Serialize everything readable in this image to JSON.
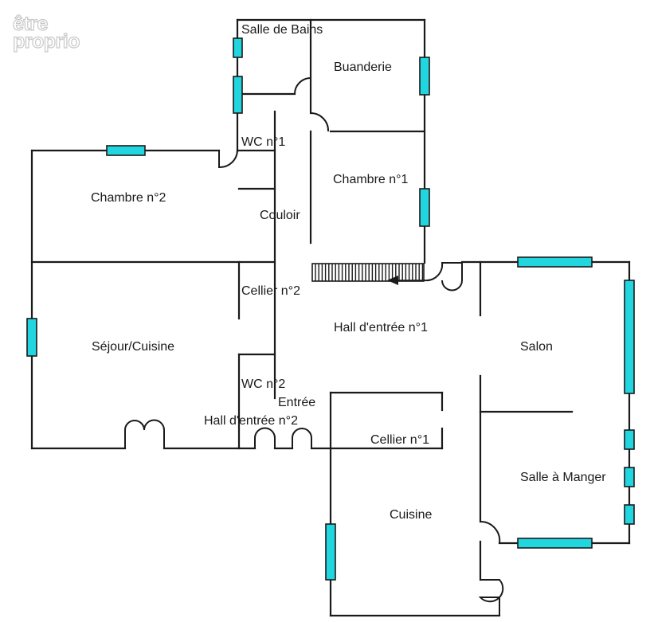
{
  "logo": {
    "line1": "être",
    "line2": "proprio"
  },
  "rooms": {
    "salle_de_bains": "Salle de Bains",
    "buanderie": "Buanderie",
    "wc1": "WC n°1",
    "chambre2": "Chambre n°2",
    "chambre1": "Chambre n°1",
    "couloir": "Couloir",
    "cellier2": "Cellier n°2",
    "hall1": "Hall d'entrée n°1",
    "sejour": "Séjour/Cuisine",
    "salon": "Salon",
    "wc2": "WC n°2",
    "entree": "Entrée",
    "hall2": "Hall d'entrée n°2",
    "cellier1": "Cellier n°1",
    "salle_manger": "Salle à Manger",
    "cuisine": "Cuisine"
  },
  "colors": {
    "window": "#22d6e0",
    "wall": "#1a1a1a"
  }
}
